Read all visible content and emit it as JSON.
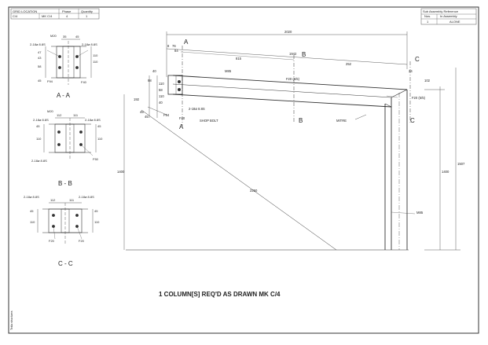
{
  "title_block_left": {
    "headers": [
      "GRID LOCATION",
      "Phase",
      "Quantity"
    ],
    "values": [
      "C/4",
      "MK C/4",
      "4",
      "1"
    ]
  },
  "title_block_right": {
    "title": "Sub Assembly Reference",
    "headers": [
      "Nos.",
      "In Assembly"
    ],
    "values": [
      "1",
      "ALONE"
    ]
  },
  "sections": {
    "a": {
      "label": "A - A",
      "dims": [
        "35",
        "45",
        "47",
        "43",
        "110",
        "58",
        "110",
        "45"
      ],
      "notes": [
        "M20",
        "2-18ø 8.8S",
        "2-18ø 8.8S",
        "F94",
        "F40"
      ]
    },
    "b": {
      "label": "B - B",
      "dims": [
        "112",
        "111",
        "45",
        "110",
        "45",
        "110"
      ],
      "notes": [
        "M20",
        "2-18ø 8.8S",
        "2-18ø 8.8S",
        "2-18ø 8.8S",
        "F50"
      ]
    },
    "c": {
      "label": "C - C",
      "dims": [
        "112",
        "111",
        "45",
        "110",
        "45",
        "110"
      ],
      "notes": [
        "2-18ø 8.8S",
        "2-18ø 8.8S",
        "F20",
        "F20"
      ]
    }
  },
  "elevation": {
    "top_dim": "2020",
    "dims_top": [
      "8",
      "76",
      "84",
      "815",
      "1942",
      "252",
      "24"
    ],
    "left_dims": [
      "98",
      "40",
      "110",
      "58",
      "110",
      "40",
      "45",
      "45"
    ],
    "right_dims": [
      "102",
      "1507",
      "1400"
    ],
    "left_height": "1400",
    "diag": "2250",
    "member_dims": [
      "192",
      "F20 (5/5)",
      "F20 (5/5)"
    ],
    "labels": {
      "shop_bolt": "SHOP BOLT",
      "mitre": "MITRE",
      "bolts": "2-18ø 8.8S",
      "mk1": "M85",
      "mk2": "M85",
      "f94": "F94",
      "f40": "F40"
    },
    "cuts": [
      "A",
      "B",
      "C",
      "A",
      "B",
      "C"
    ]
  },
  "footer": {
    "caption": "1  COLUMN[S]  REQ'D  AS  DRAWN   MK C/4",
    "side_note": "Tekla structures"
  }
}
